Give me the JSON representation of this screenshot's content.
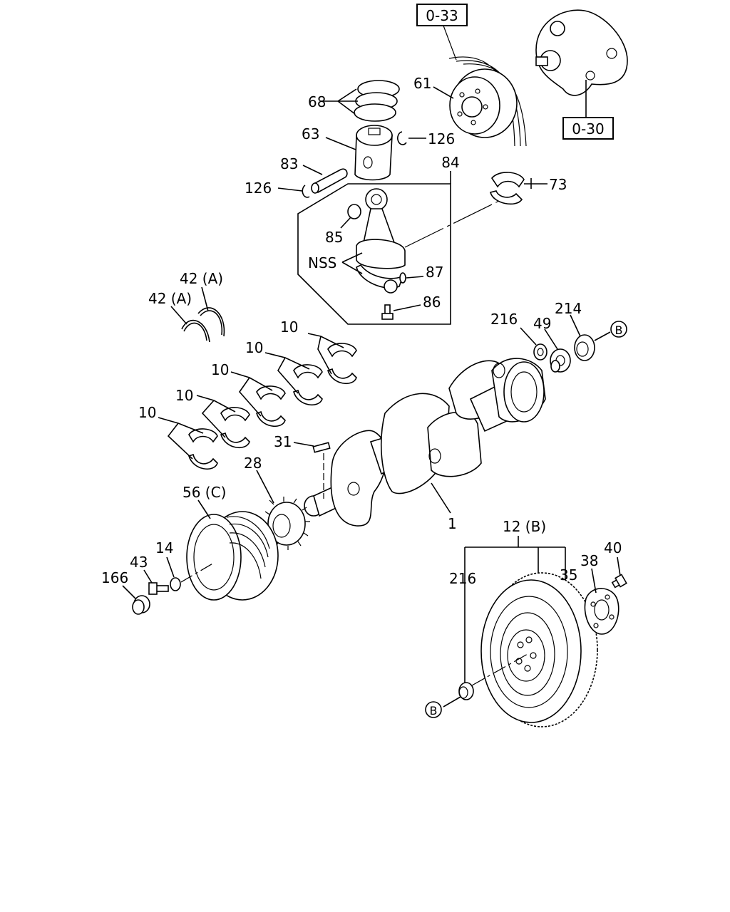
{
  "refs": {
    "ref_033": "0-33",
    "ref_030": "0-30",
    "circle_b": "B"
  },
  "callouts": {
    "c68": "68",
    "c61": "61",
    "c63": "63",
    "c126a": "126",
    "c83": "83",
    "c84": "84",
    "c126b": "126",
    "c73": "73",
    "c85": "85",
    "c87": "87",
    "cNSS": "NSS",
    "c86": "86",
    "c42a": "42 (A)",
    "c42b": "42 (A)",
    "c216a": "216",
    "c49": "49",
    "c214": "214",
    "c10a": "10",
    "c10b": "10",
    "c10c": "10",
    "c10d": "10",
    "c10e": "10",
    "c31": "31",
    "c28": "28",
    "c56": "56 (C)",
    "c1": "1",
    "c12": "12 (B)",
    "c40": "40",
    "c38": "38",
    "c35": "35",
    "c216b": "216",
    "c14": "14",
    "c43": "43",
    "c166": "166"
  }
}
